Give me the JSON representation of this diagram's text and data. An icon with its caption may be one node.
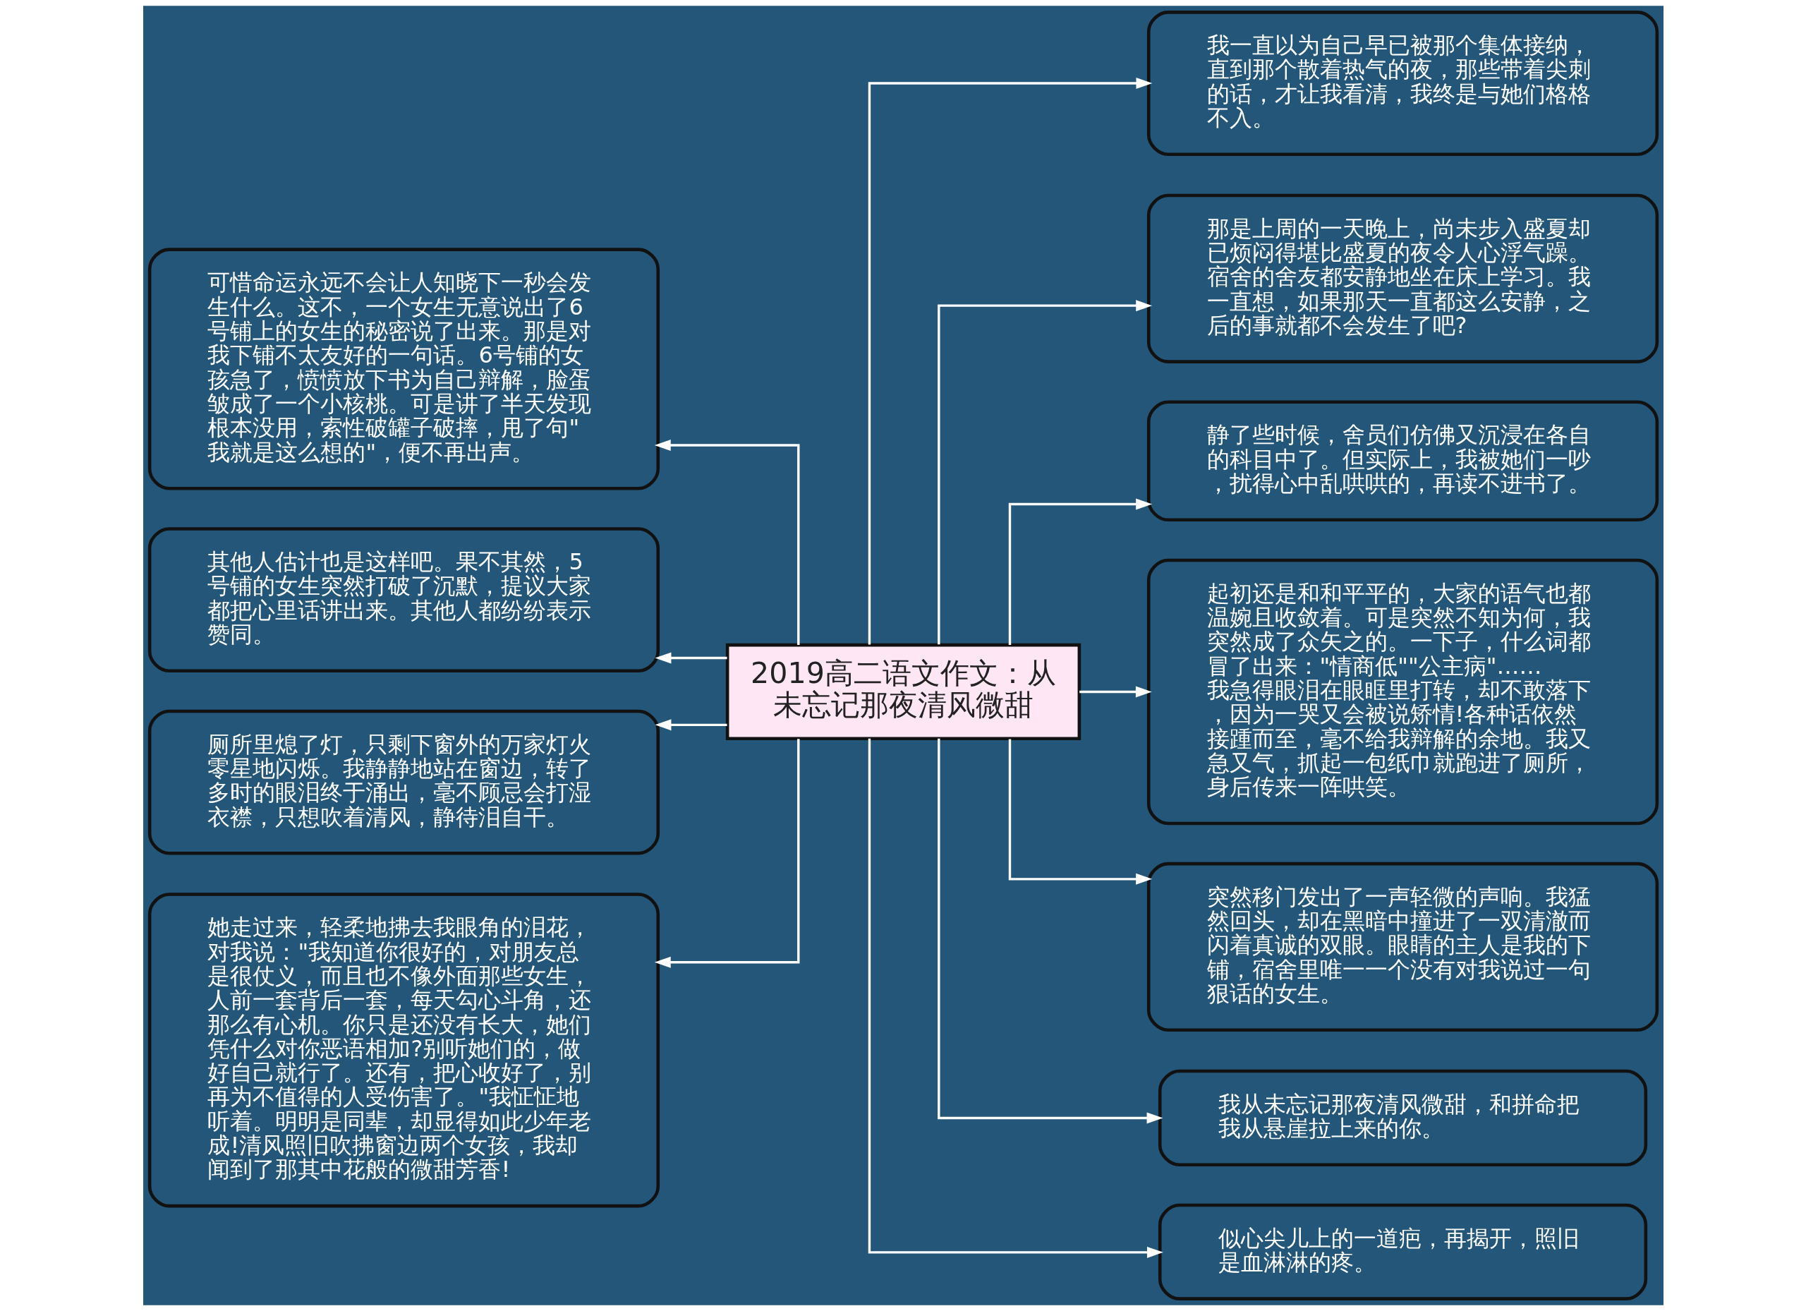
{
  "diagram": {
    "nodes": [
      {
        "text": [
          "2019高二语文作文：从未忘记那夜清风微甜"
        ]
      },
      {
        "text": [
          "我一直以为自己早已被那个集体接纳，直到那个散着热气的夜，那些带着尖刺的话，才让我看清，我终是与她们格格不入。"
        ]
      },
      {
        "text": [
          "那是上周的一天晚上，尚未步入盛夏却已烦闷得堪比盛夏的夜令人心浮气躁。宿舍的舍友都安静地坐在床上学习。我一直想，如果那天一直都这么安静，之后的事就都不会发生了吧?"
        ]
      },
      {
        "text": [
          "静了些时候，舍员们仿佛又沉浸在各自的科目中了。但实际上，我被她们一吵，扰得心中乱哄哄的，再读不进书了。"
        ]
      },
      {
        "text": [
          "起初还是和和平平的，大家的语气也都温婉且收敛着。可是突然不知为何，我突然成了众矢之的。一下子，什么词都冒了出来：\"情商低\"\"公主病\"……我急得眼泪在眼眶里打转，却不敢落下，因为一哭又会被说矫情!各种话依然接踵而至，毫不给我辩解的余地。我又急又气，抓起一包纸巾就跑进了厕所，身后传来一阵哄笑。"
        ]
      },
      {
        "text": [
          "突然移门发出了一声轻微的声响。我猛然回头，却在黑暗中撞进了一双清澈而闪着真诚的双眼。眼睛的主人是我的下铺，宿舍里唯一一个没有对我说过一句狠话的女生。"
        ]
      },
      {
        "text": [
          "我从未忘记那夜清风微甜，和拼命把我从悬崖拉上来的你。"
        ]
      },
      {
        "text": [
          "似心尖儿上的一道疤，再揭开，照旧是血淋淋的疼。"
        ]
      },
      {
        "text": [
          "可惜命运永远不会让人知晓下一秒会发生什么。这不，一个女生无意说出了6号铺上的女生的秘密说了出来。那是对我下铺不太友好的一句话。6号铺的女孩急了，愤愤放下书为自己辩解，脸蛋皱成了一个小核桃。可是讲了半天发现根本没用，索性破罐子破摔，甩了句\"我就是这么想的\"，便不再出声。"
        ]
      },
      {
        "text": [
          "其他人估计也是这样吧。果不其然，5号铺的女生突然打破了沉默，提议大家都把心里话讲出来。其他人都纷纷表示赞同。"
        ]
      },
      {
        "text": [
          "厕所里熄了灯，只剩下窗外的万家灯火零星地闪烁。我静静地站在窗边，转了多时的眼泪终于涌出，毫不顾忌会打湿衣襟，只想吹着清风，静待泪自干。"
        ]
      },
      {
        "text": [
          "她走过来，轻柔地拂去我眼角的泪花，对我说：\"我知道你很好的，对朋友总是很仗义，而且也不像外面那些女生，人前一套背后一套，每天勾心斗角，还那么有心机。你只是还没有长大，她们凭什么对你恶语相加?别听她们的，做好自己就行了。还有，把心收好了，别再为不值得的人受伤害了。\"我怔怔地听着。明明是同辈，却显得如此少年老成!清风照旧吹拂窗边两个女孩，我却闻到了那其中花般的微甜芳香!"
        ]
      }
    ],
    "edges": [
      {
        "from": 0,
        "to": 1,
        "arrow": "to"
      },
      {
        "from": 0,
        "to": 2,
        "arrow": "to"
      },
      {
        "from": 0,
        "to": 3,
        "arrow": "to"
      },
      {
        "from": 0,
        "to": 4,
        "arrow": "to"
      },
      {
        "from": 0,
        "to": 5,
        "arrow": "to"
      },
      {
        "from": 0,
        "to": 6,
        "arrow": "to"
      },
      {
        "from": 0,
        "to": 7,
        "arrow": "to"
      },
      {
        "from": 0,
        "to": 8,
        "arrow": "to"
      },
      {
        "from": 0,
        "to": 9,
        "arrow": "to"
      },
      {
        "from": 0,
        "to": 10,
        "arrow": "to"
      },
      {
        "from": 0,
        "to": 11,
        "arrow": "to"
      }
    ]
  }
}
